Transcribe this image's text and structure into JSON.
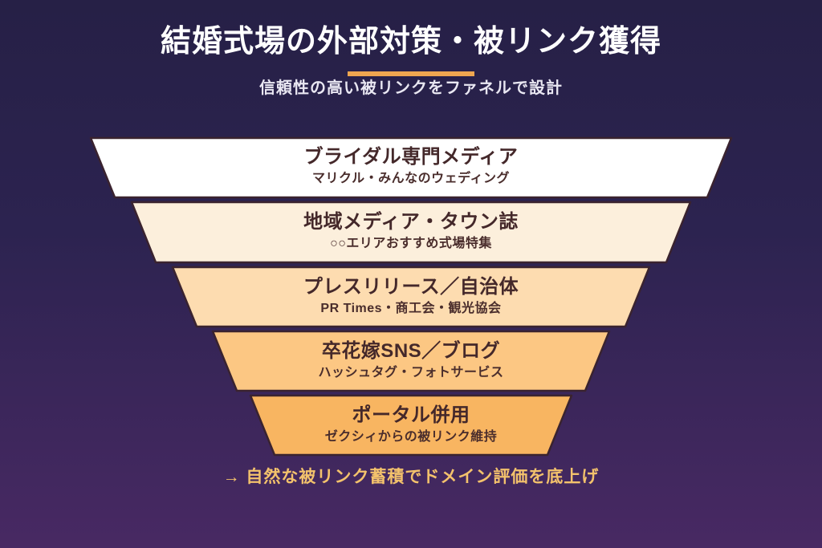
{
  "header": {
    "title": "結婚式場の外部対策・被リンク獲得",
    "subtitle": "信頼性の高い被リンクをファネルで設計"
  },
  "footer": {
    "text": "→ 自然な被リンク蓄積でドメイン評価を底上げ"
  },
  "colors": {
    "background_top": "#262046",
    "background_bottom": "#482963",
    "accent_underline": "#efa650",
    "title_text": "#ffffff",
    "subtitle_text": "#e9e7f2",
    "footer_text": "#f3c26c",
    "level_text": "#44282a",
    "level_stroke": "#3a232f"
  },
  "funnel": {
    "levels": [
      {
        "title": "ブライダル専門メディア",
        "subtitle": "マリクル・みんなのウェディング",
        "fill": "#ffffff"
      },
      {
        "title": "地域メディア・タウン誌",
        "subtitle": "○○エリアおすすめ式場特集",
        "fill": "#fcefdc"
      },
      {
        "title": "プレスリリース／自治体",
        "subtitle": "PR Times・商工会・観光協会",
        "fill": "#fddcb0"
      },
      {
        "title": "卒花嫁SNS／ブログ",
        "subtitle": "ハッシュタグ・フォトサービス",
        "fill": "#fcc783"
      },
      {
        "title": "ポータル併用",
        "subtitle": "ゼクシィからの被リンク維持",
        "fill": "#f8b561"
      }
    ]
  }
}
